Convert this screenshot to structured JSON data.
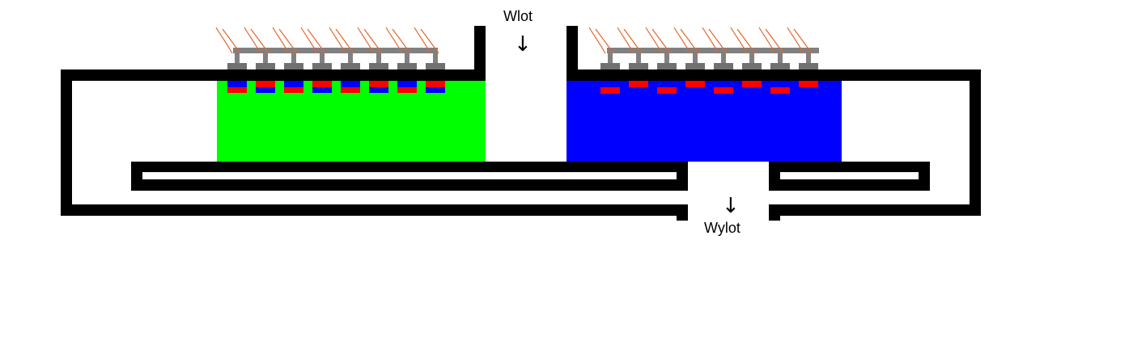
{
  "labels": {
    "inlet": "Wlot",
    "outlet": "Wylot"
  },
  "icons": {
    "inlet_arrow": "down-arrow-icon",
    "outlet_arrow": "down-arrow-icon"
  },
  "arrows": {
    "inlet": "↓",
    "outlet": "↓"
  },
  "colors": {
    "wall": "#000000",
    "left_chamber": "#00ff00",
    "right_chamber": "#0000ff",
    "electrode_red": "#ff0000",
    "electrode_blue": "#0000ff",
    "busbar": "#808080",
    "wire": "#e8642a"
  },
  "left_module": {
    "electrode_count": 8
  },
  "right_module": {
    "electrode_count": 8
  }
}
